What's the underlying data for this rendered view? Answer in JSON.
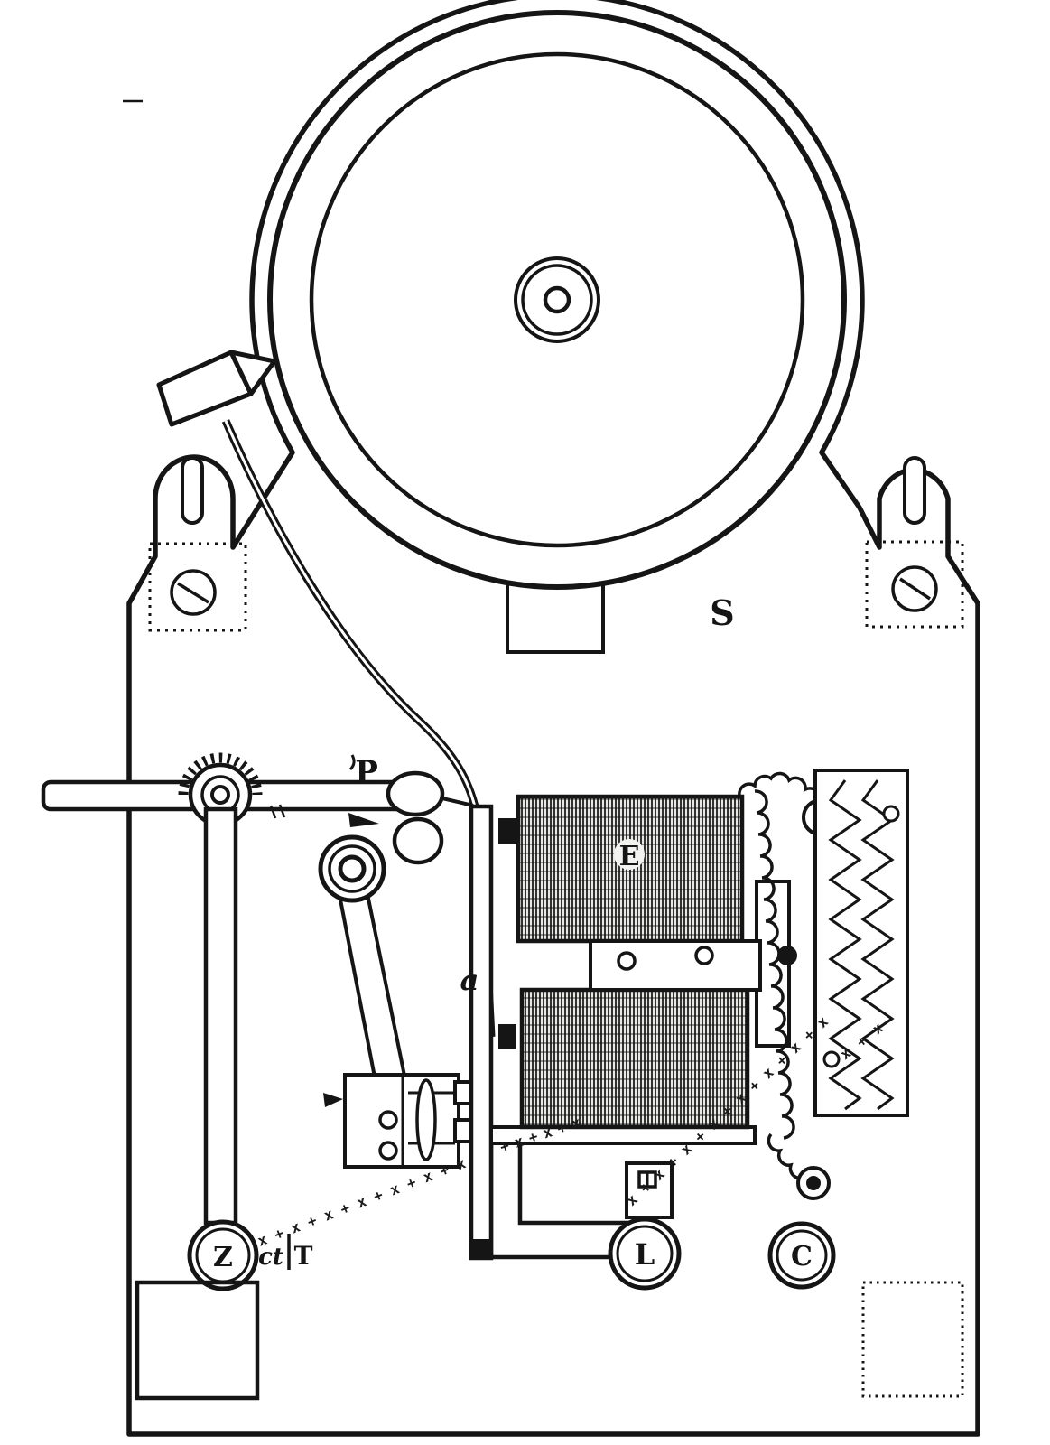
{
  "figure": {
    "type": "engraved technical diagram of an electric trembler bell mechanism",
    "labels": {
      "s": "S",
      "p": "P",
      "e": "E",
      "a": "a",
      "z": "Z",
      "ct": "ct",
      "t": "T",
      "l": "L",
      "c": "C"
    },
    "wire_marks": {
      "chain1": "x+x+x+x+x+x+x",
      "chain2": "+x+x+x",
      "chain3": "x+x+x+x+x+x+x+x",
      "chain4": "x+x"
    },
    "colors": {
      "ink": "#151515",
      "paper": "#ffffff",
      "coil_light": "#e8e8e4"
    }
  }
}
